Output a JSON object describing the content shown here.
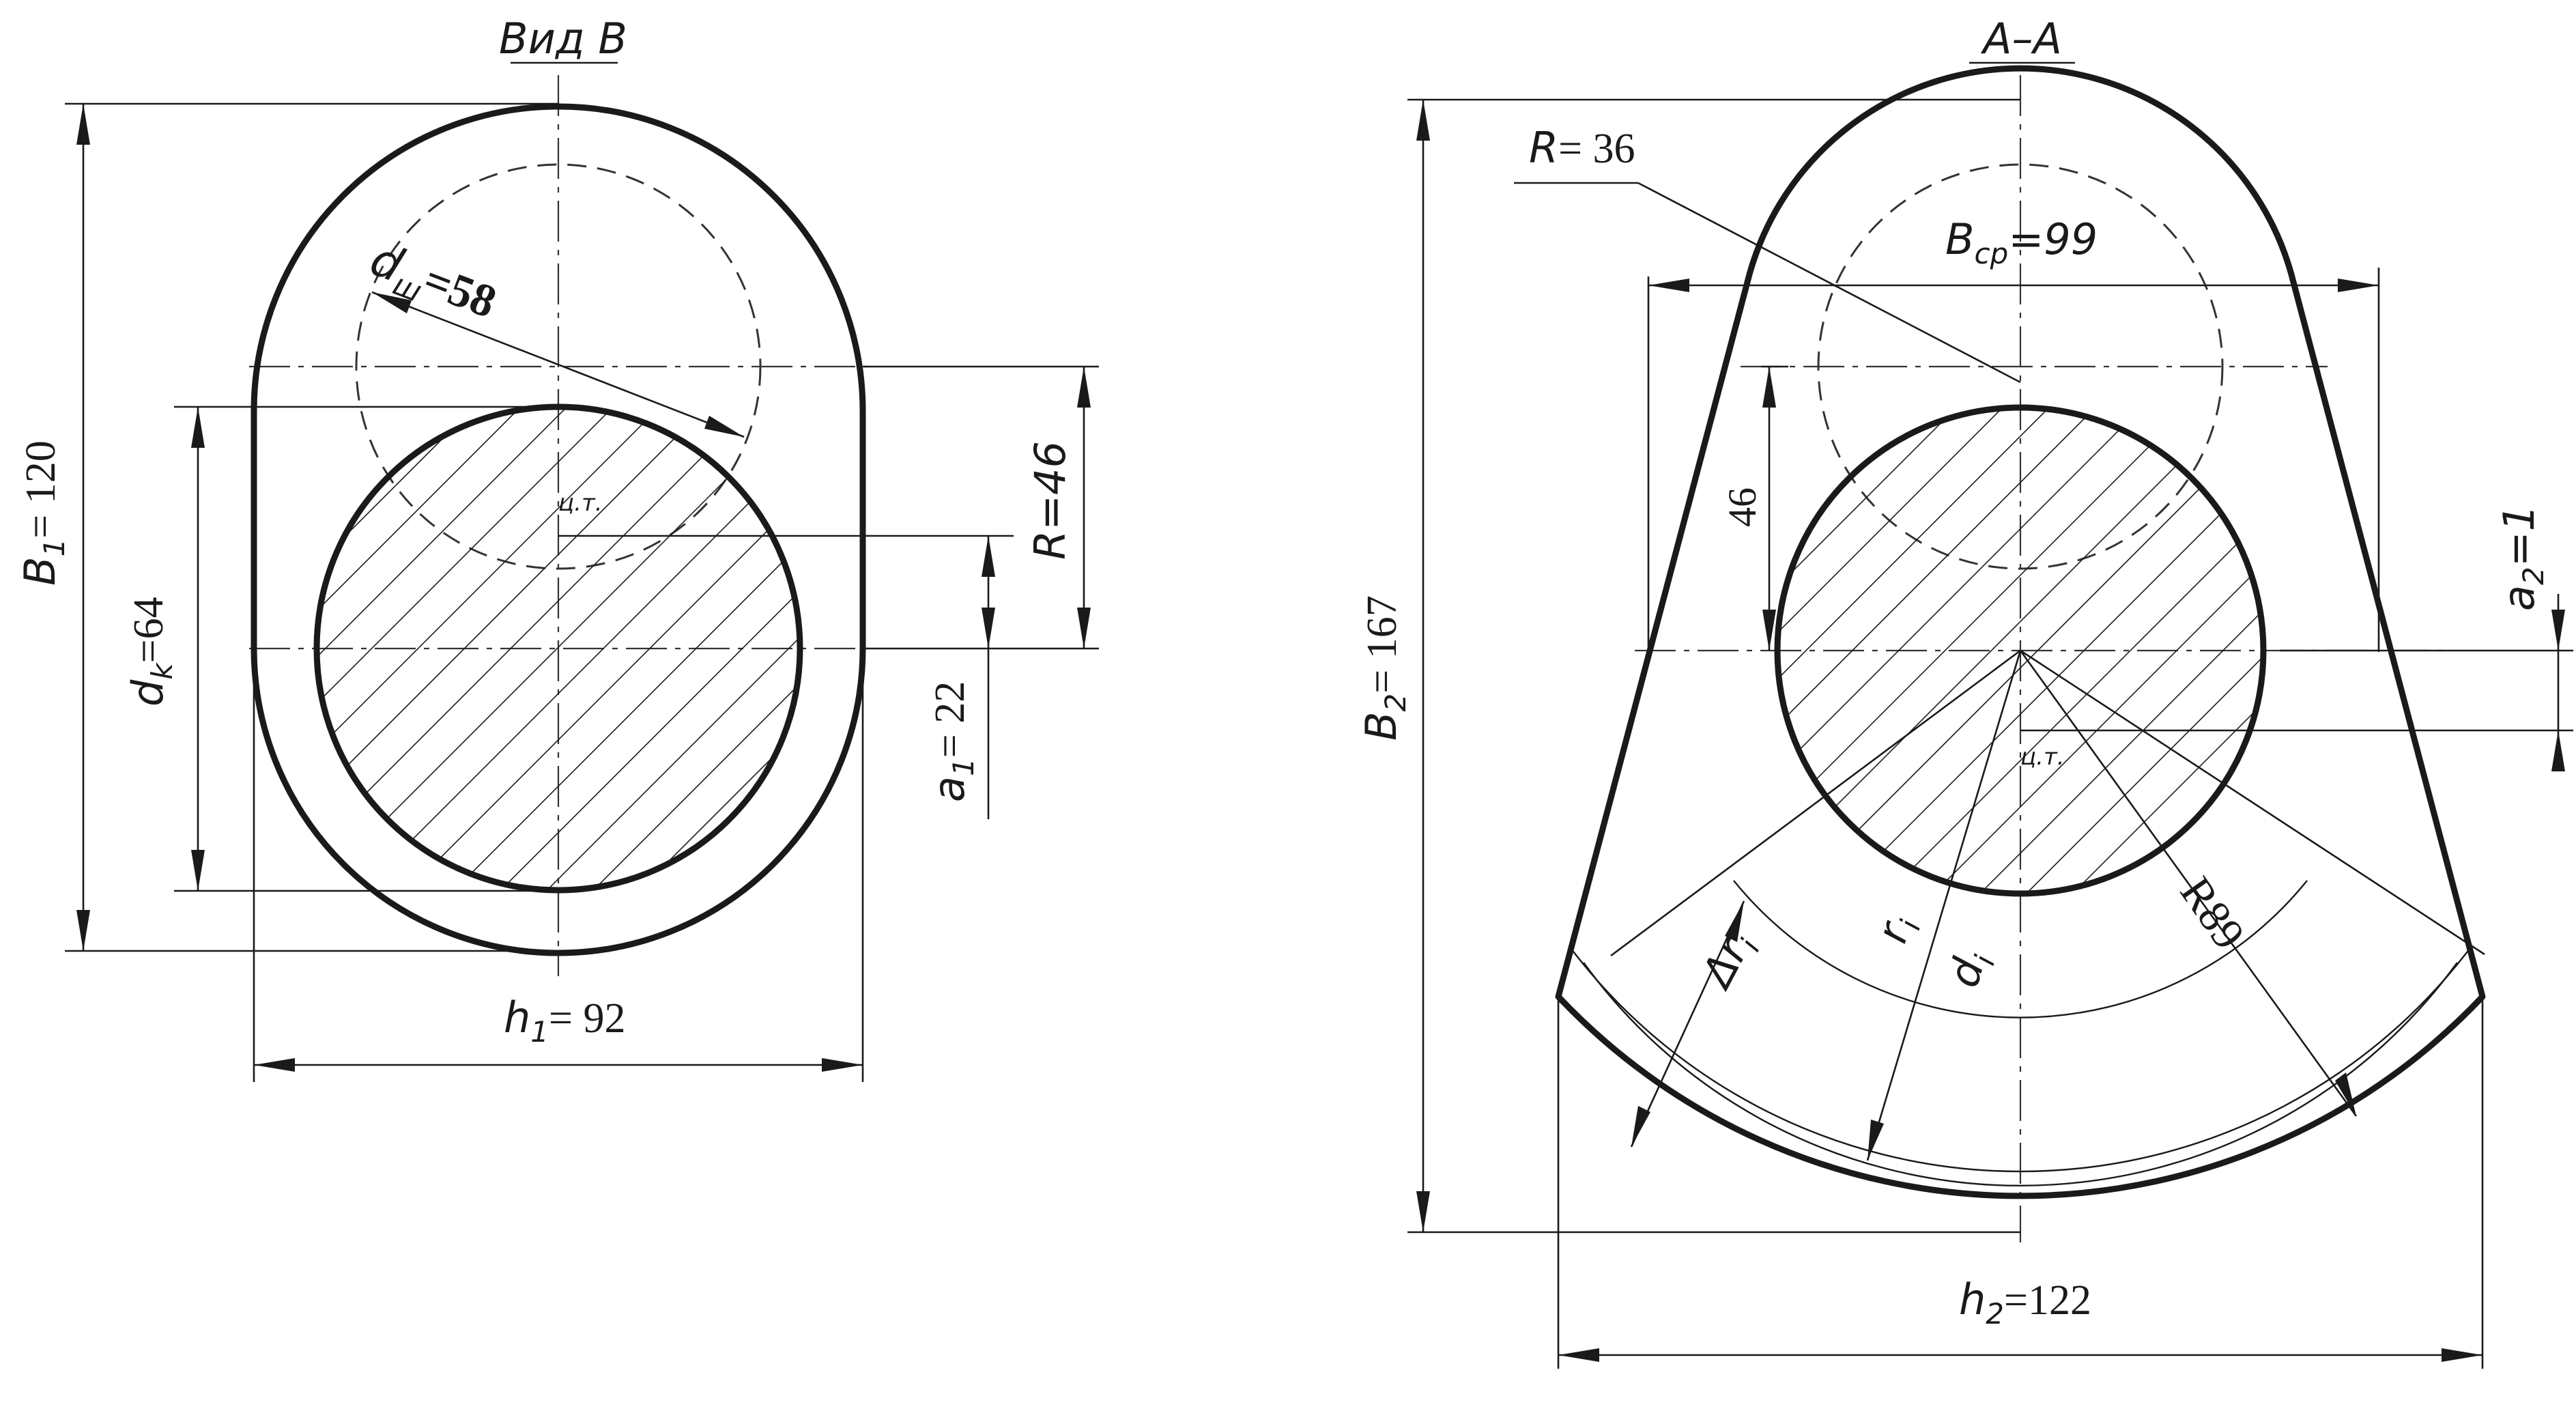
{
  "views": {
    "left": {
      "title": "Вид В",
      "B1": {
        "sym": "B",
        "sub": "1",
        "val": "= 120"
      },
      "dk": {
        "sym": "d",
        "sub": "k",
        "val": "=64"
      },
      "dsh": {
        "sym": "d",
        "sub": "ш",
        "val": "=58"
      },
      "h1": {
        "sym": "h",
        "sub": "1",
        "val": "= 92"
      },
      "R": "R=46",
      "a1": {
        "sym": "a",
        "sub": "1",
        "val": "= 22"
      },
      "cg": "ц.т."
    },
    "right": {
      "title": "А–А",
      "R36": {
        "sym": "R",
        "val": "= 36"
      },
      "Bcp": {
        "sym": "B",
        "sub": "ср",
        "val": "=99"
      },
      "dim46": "46",
      "B2": {
        "sym": "B",
        "sub": "2",
        "val": "= 167"
      },
      "a2": {
        "sym": "a",
        "sub": "2",
        "val": "=1"
      },
      "cg": "ц.т.",
      "R89": "R89",
      "dri": {
        "sym": "Δr",
        "sub": "i"
      },
      "ri": {
        "sym": "r",
        "sub": "i"
      },
      "di": {
        "sym": "d",
        "sub": "i"
      },
      "h2": {
        "sym": "h",
        "sub": "2",
        "val": "=122"
      }
    }
  },
  "colors": {
    "ink": "#1a1a1a",
    "paper": "#ffffff"
  }
}
